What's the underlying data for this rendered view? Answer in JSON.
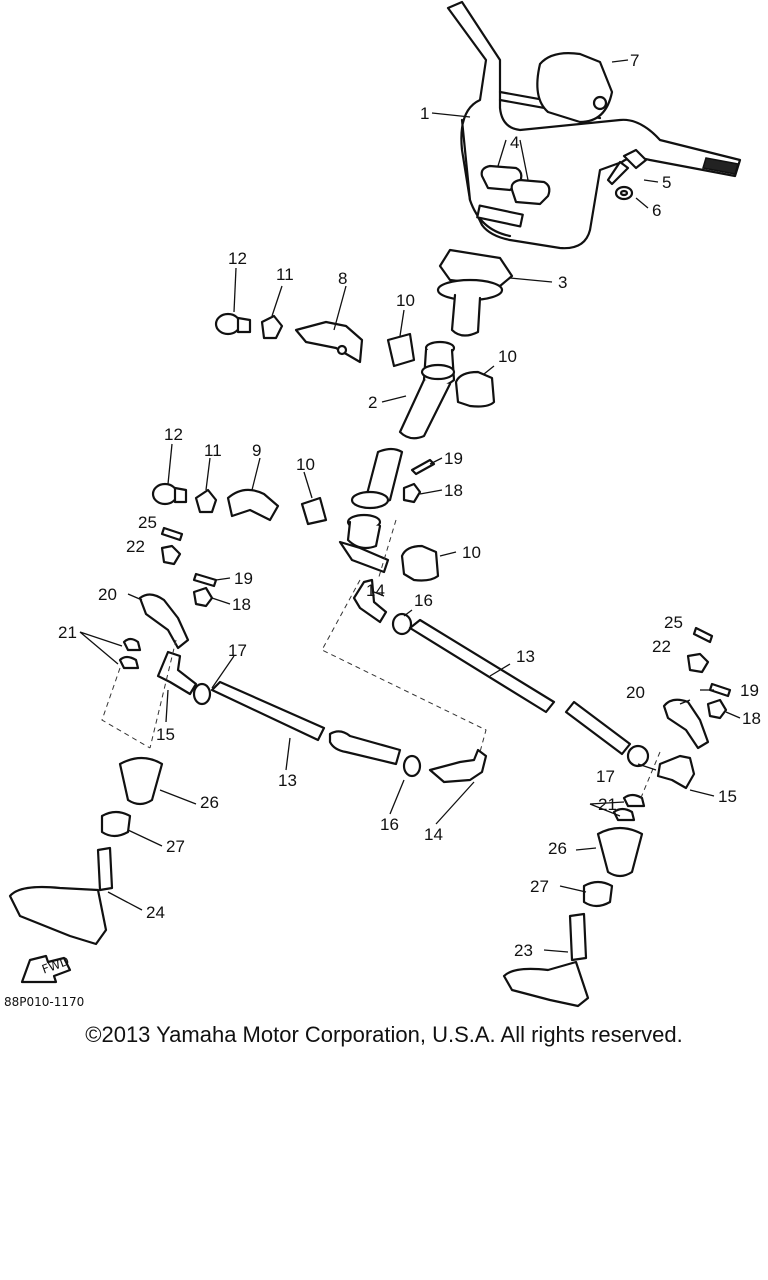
{
  "diagram": {
    "drawing_code": "88P010-1170",
    "fwd_label": "FWD",
    "callouts": [
      "1",
      "2",
      "3",
      "4",
      "5",
      "6",
      "7",
      "8",
      "9",
      "10",
      "11",
      "12",
      "13",
      "14",
      "15",
      "16",
      "17",
      "18",
      "19",
      "20",
      "21",
      "22",
      "23",
      "24",
      "25",
      "26",
      "27"
    ]
  },
  "footer": {
    "copyright": "©2013 Yamaha Motor Corporation, U.S.A. All rights reserved."
  }
}
